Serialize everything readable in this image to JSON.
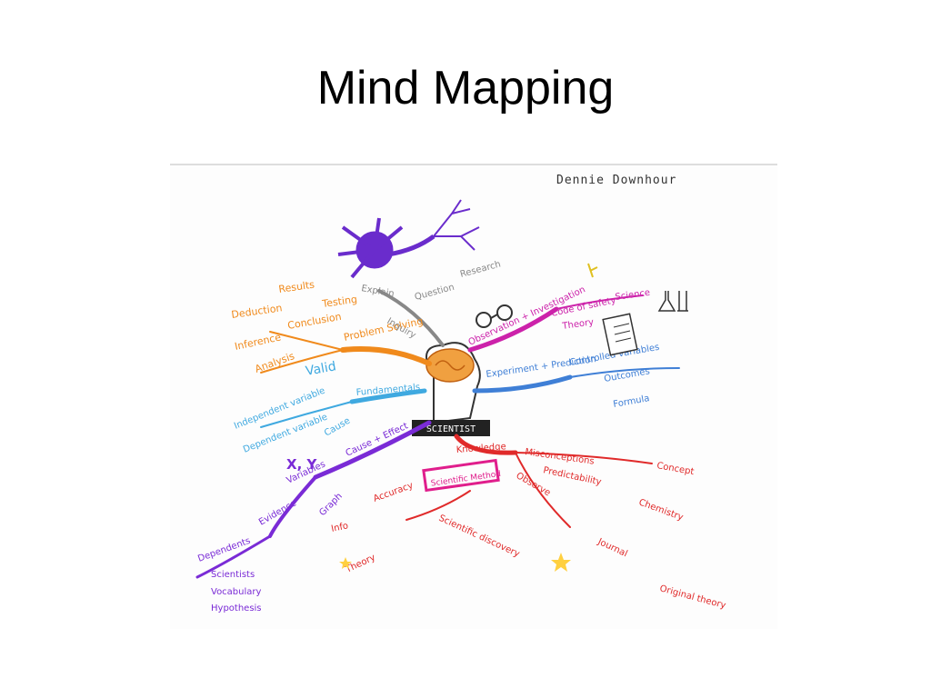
{
  "slide": {
    "title": "Mind Mapping"
  },
  "mindmap": {
    "author": "Dennie Downhour",
    "center_label": "SCIENTIST",
    "colors": {
      "purple_neuron": "#6a2ccc",
      "gray": "#888888",
      "orange": "#f08a1c",
      "magenta": "#cc22aa",
      "blue": "#3f7fd6",
      "teal": "#3fa9e0",
      "violet": "#7a2bd6",
      "red": "#e02a2a",
      "pink": "#e01e8c",
      "brain": "#f0a040"
    },
    "branches": {
      "orange": {
        "main": "Problem Solving",
        "subs": [
          "Results",
          "Testing",
          "Conclusion",
          "Deduction",
          "Inference",
          "Analysis"
        ]
      },
      "gray": {
        "main": "Inquiry",
        "subs": [
          "Explain",
          "Question",
          "Research"
        ]
      },
      "magenta": {
        "main": "Observation + Investigation",
        "subs": [
          "Code of safety",
          "Science",
          "Theory"
        ]
      },
      "blue": {
        "main": "Experiment + Prediction",
        "subs": [
          "Controlled variables",
          "Outcomes",
          "Formula"
        ]
      },
      "teal": {
        "main": "Fundamentals",
        "subs": [
          "Valid",
          "Independent variable",
          "Dependent variable",
          "Cause"
        ]
      },
      "violet": {
        "main": "Cause + Effect",
        "subs": [
          "X, Y",
          "Variables",
          "Graph",
          "Evidence",
          "Dependents",
          "Scientists",
          "Vocabulary",
          "Hypothesis"
        ]
      },
      "red": {
        "main": "Knowledge",
        "subs": [
          "Misconceptions",
          "Concept",
          "Predictability",
          "Chemistry",
          "Observe",
          "Journal",
          "Info",
          "Theory",
          "Accuracy",
          "Scientific discovery",
          "Original theory"
        ]
      },
      "pink": {
        "main": "Scientific Method"
      }
    }
  }
}
